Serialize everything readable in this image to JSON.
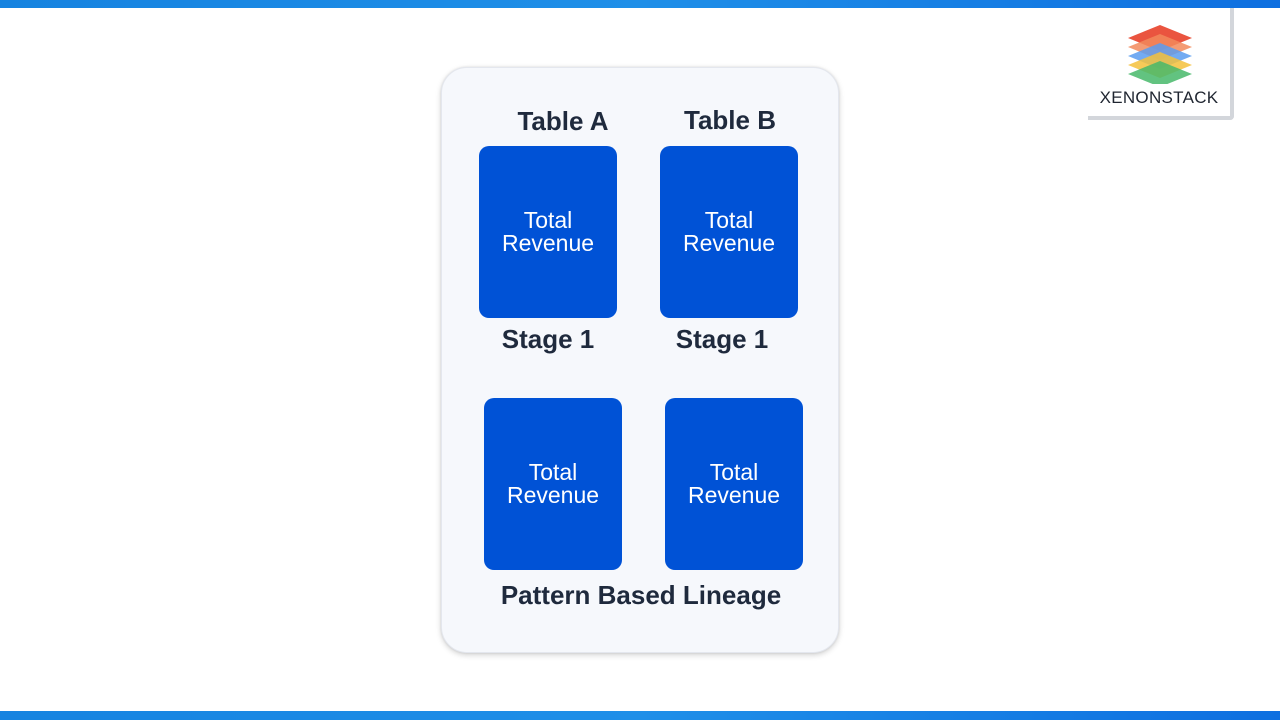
{
  "brand": {
    "name": "XENONSTACK",
    "layer_colors": [
      "#e94b35",
      "#f28a5c",
      "#5b9cf0",
      "#f5c13b",
      "#46b86a"
    ]
  },
  "diagram": {
    "top_left_label": "Table A",
    "top_right_label": "Table B",
    "box_text": "Total Revenue",
    "boxes": [
      {
        "line1": "Total",
        "line2": "Revenue"
      },
      {
        "line1": "Total",
        "line2": "Revenue"
      },
      {
        "line1": "Total",
        "line2": "Revenue"
      },
      {
        "line1": "Total",
        "line2": "Revenue"
      }
    ],
    "stage_left_label": "Stage 1",
    "stage_right_label": "Stage 1",
    "caption": "Pattern Based Lineage"
  },
  "colors": {
    "box_fill": "#0052d6",
    "panel_bg": "#f6f8fc",
    "text_dark": "#1f2a3d",
    "accent_bar": "#1683e0"
  }
}
